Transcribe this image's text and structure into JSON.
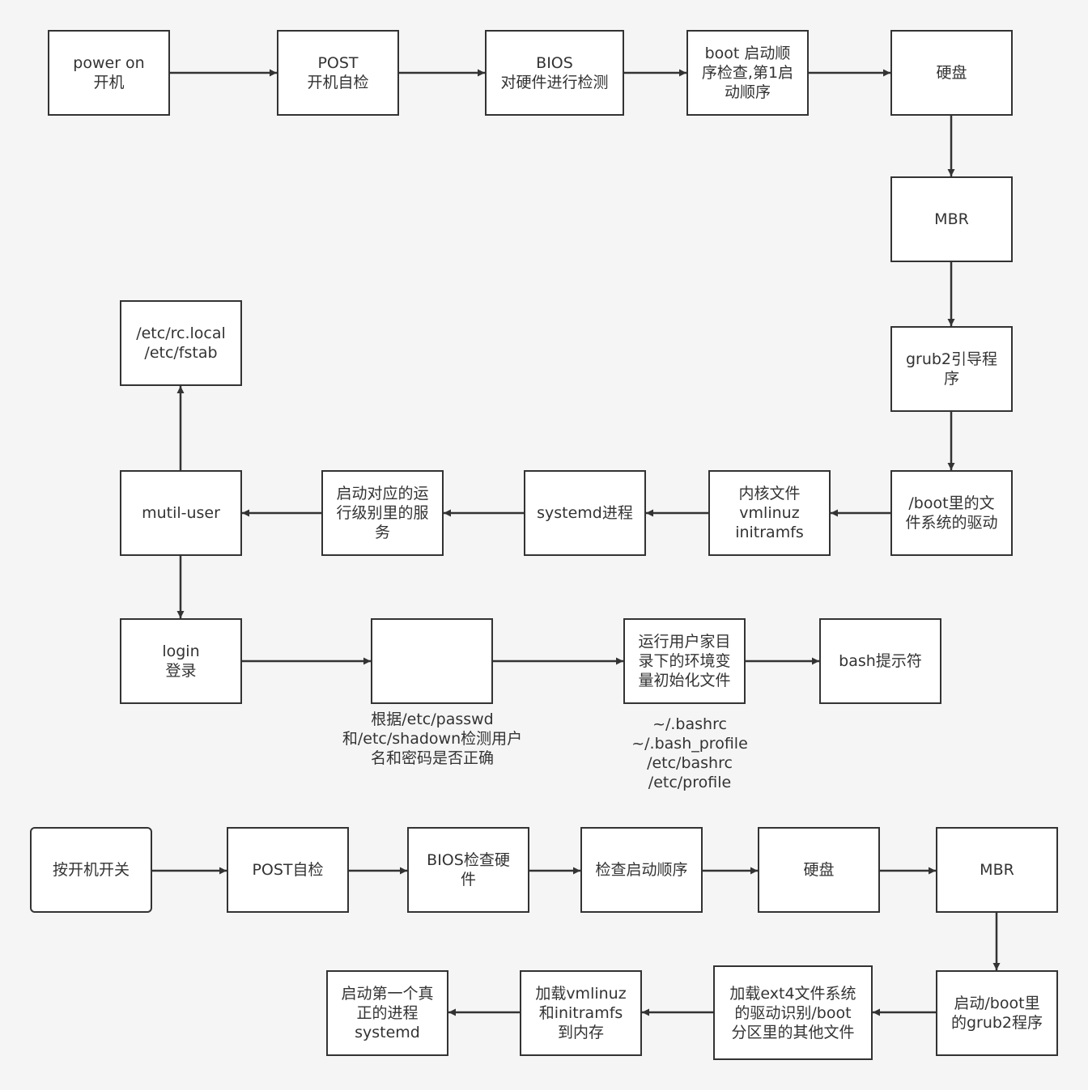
{
  "flow1": {
    "power_on": "power on\n开机",
    "post": "POST\n开机自检",
    "bios": "BIOS\n对硬件进行检测",
    "boot_order": "boot 启动顺\n序检查,第1启\n动顺序",
    "disk": "硬盘",
    "mbr": "MBR",
    "grub2": "grub2引导程\n序",
    "boot_fs_driver": "/boot里的文\n件系统的驱动",
    "kernel": "内核文件\nvmlinuz\ninitramfs",
    "systemd": "systemd进程",
    "runlevel_services": "启动对应的运\n行级别里的服\n务",
    "multi_user": "mutil-user",
    "rc_local": "/etc/rc.local\n/etc/fstab",
    "login": "login\n登录",
    "auth_box": "",
    "auth_note": "根据/etc/passwd\n和/etc/shadown检测用户\n名和密码是否正确",
    "env_files": "运行用户家目\n录下的环境变\n量初始化文件",
    "env_note": "~/.bashrc\n~/.bash_profile\n/etc/bashrc\n/etc/profile",
    "bash_prompt": "bash提示符"
  },
  "flow2": {
    "power_switch": "按开机开关",
    "post": "POST自检",
    "bios": "BIOS检查硬\n件",
    "boot_order": "检查启动顺序",
    "disk": "硬盘",
    "mbr": "MBR",
    "grub2": "启动/boot里\n的grub2程序",
    "ext4_driver": "加载ext4文件系统\n的驱动识别/boot\n分区里的其他文件",
    "load_kernel": "加载vmlinuz\n和initramfs\n到内存",
    "systemd": "启动第一个真\n正的进程\nsystemd"
  },
  "colors": {
    "background": "#f5f5f5",
    "box_fill": "#ffffff",
    "stroke": "#333333"
  }
}
